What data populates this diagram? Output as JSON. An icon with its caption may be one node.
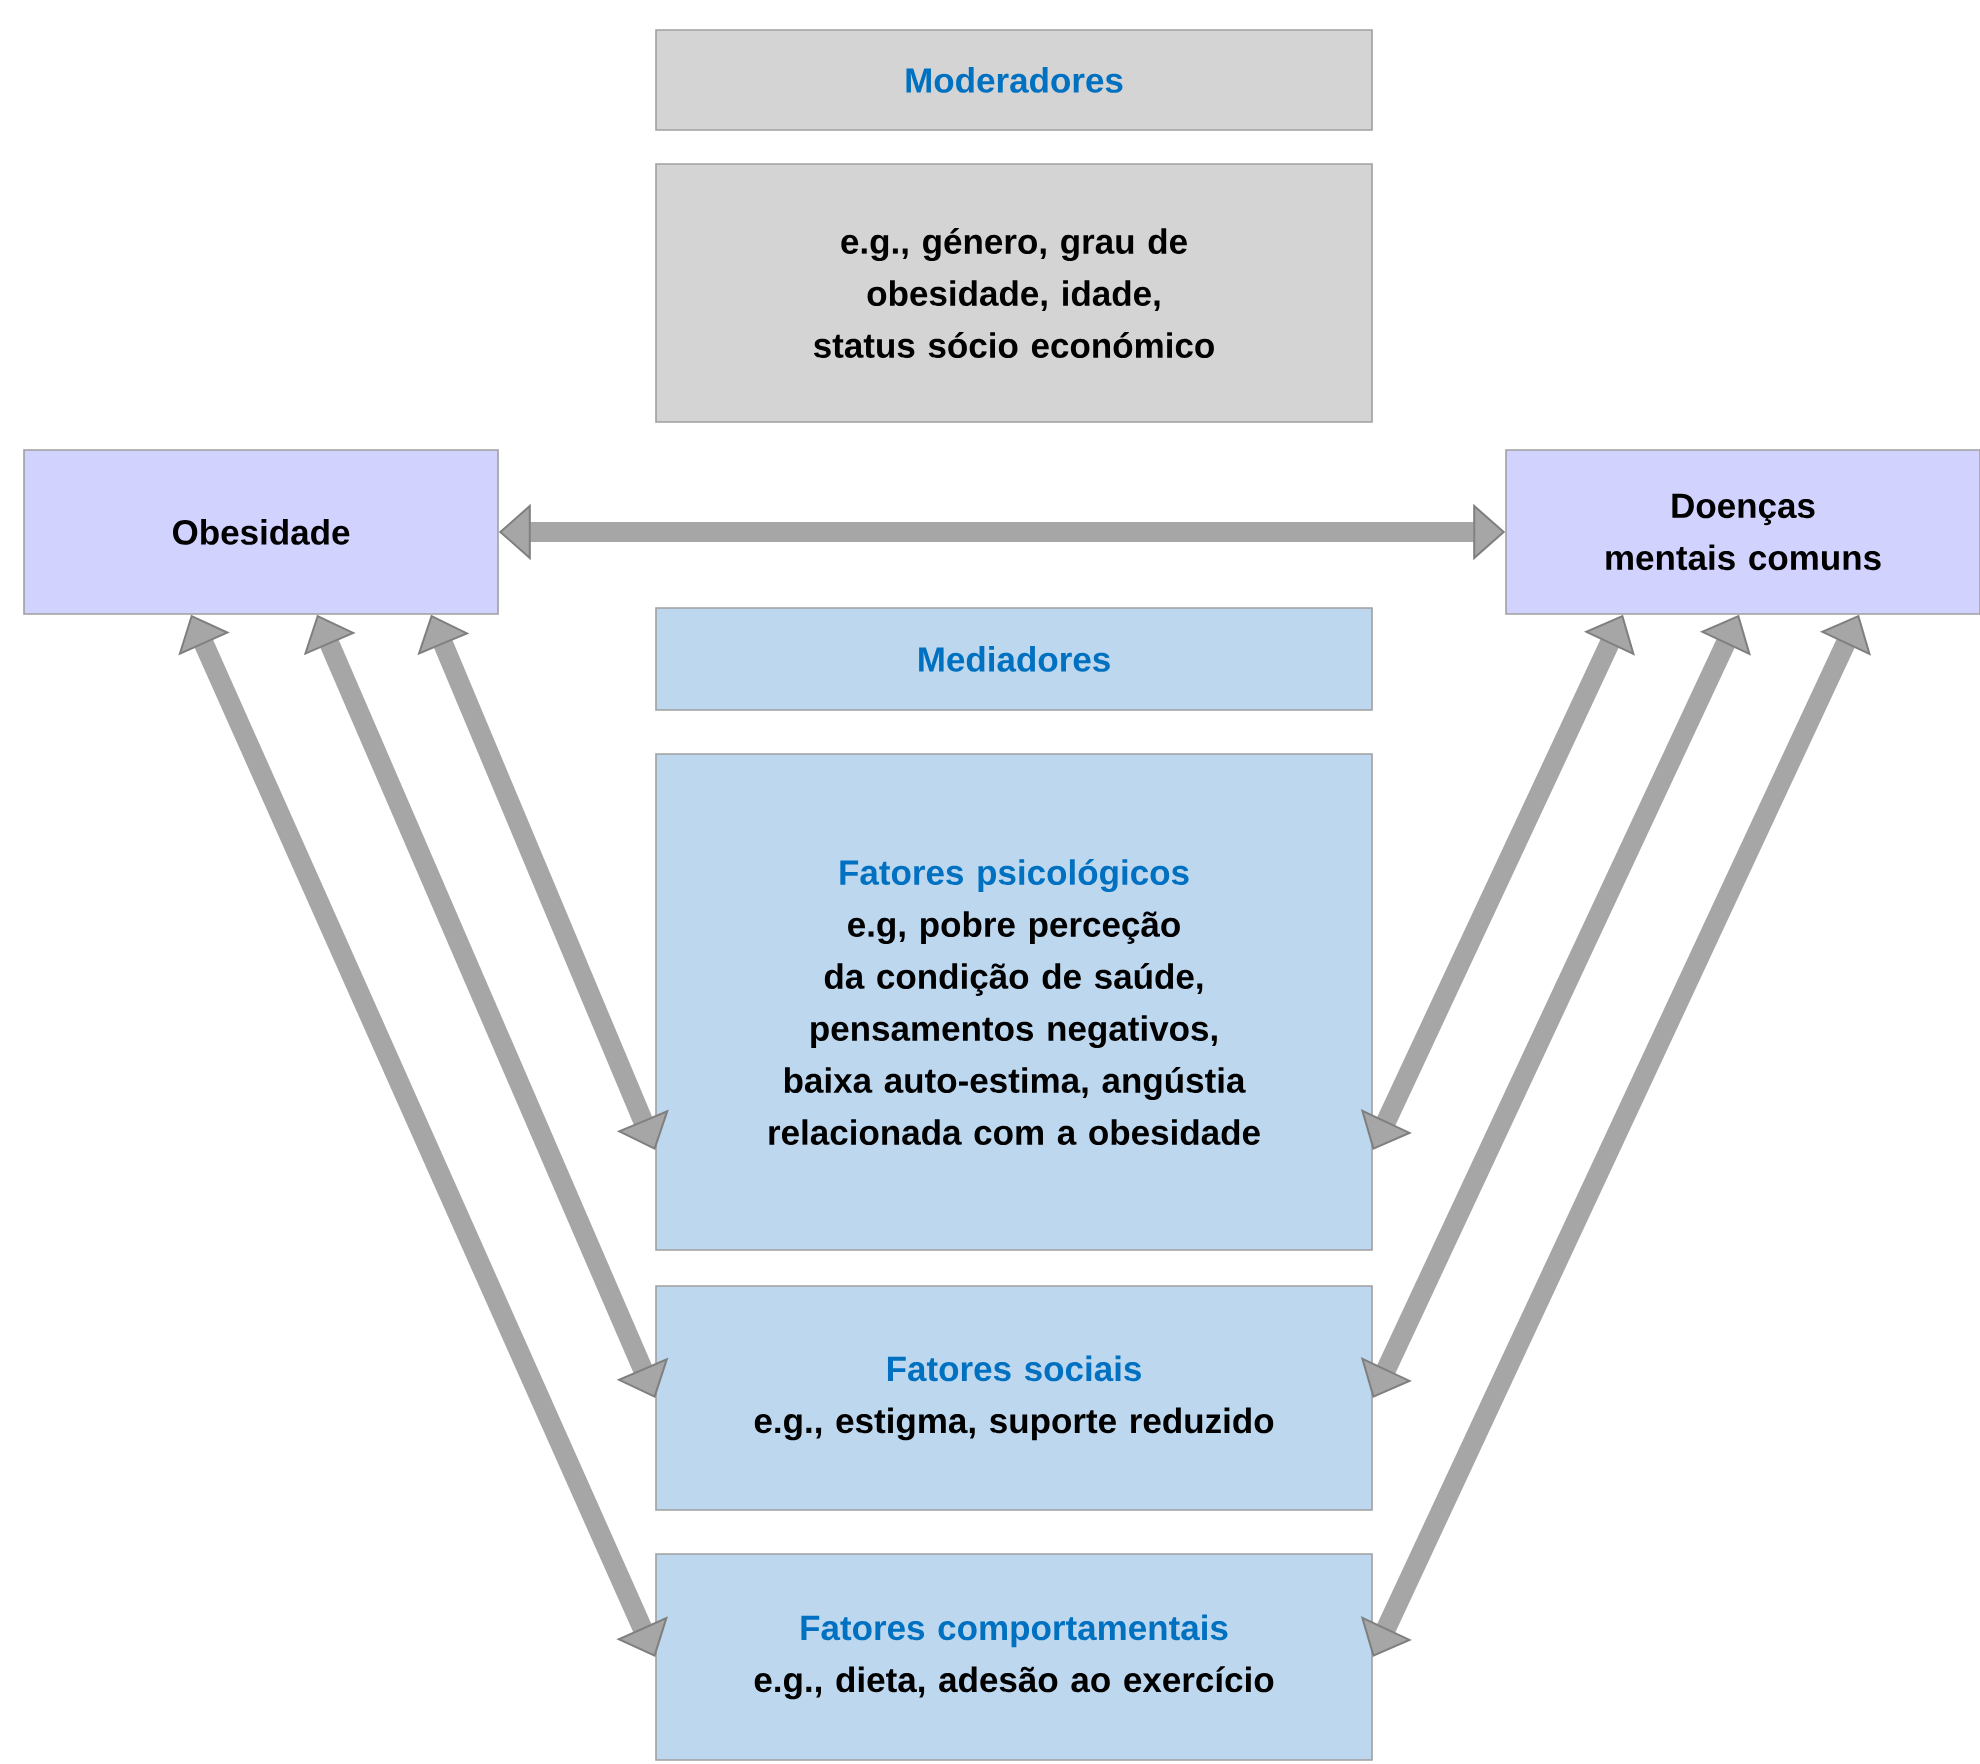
{
  "diagram": {
    "nodes": [
      {
        "text": [
          "Moderadores"
        ]
      },
      {
        "text": [
          "e.g., género, grau de obesidade, idade, status sócio económico"
        ]
      },
      {
        "text": [
          "Obesidade"
        ]
      },
      {
        "text": [
          "Doenças mentais comuns"
        ]
      },
      {
        "text": [
          "Mediadores"
        ]
      },
      {
        "text": [
          "Fatores psicológicos",
          "e.g, pobre perceção da condição de saúde, pensamentos negativos, baixa auto-estima, angústia relacionada com a obesidade"
        ]
      },
      {
        "text": [
          "Fatores sociais",
          "e.g., estigma, suporte reduzido"
        ]
      },
      {
        "text": [
          "Fatores comportamentais",
          "e.g., dieta, adesão ao exercício"
        ]
      }
    ],
    "edges": [
      {
        "from": 2,
        "to": 3,
        "arrow": "both"
      },
      {
        "from": 2,
        "to": 5,
        "arrow": "both"
      },
      {
        "from": 2,
        "to": 6,
        "arrow": "both"
      },
      {
        "from": 2,
        "to": 7,
        "arrow": "both"
      },
      {
        "from": 3,
        "to": 5,
        "arrow": "both"
      },
      {
        "from": 3,
        "to": 6,
        "arrow": "both"
      },
      {
        "from": 3,
        "to": 7,
        "arrow": "both"
      }
    ]
  }
}
